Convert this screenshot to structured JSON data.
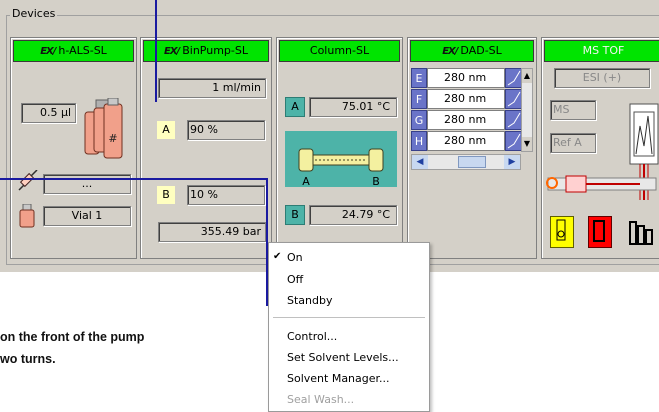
{
  "group": {
    "title": "Devices"
  },
  "als": {
    "title": "h-ALS-SL",
    "volume": "0.5 µl",
    "injector_status": "...",
    "vial": "Vial 1",
    "vial_glyph": "#"
  },
  "pump": {
    "title": "BinPump-SL",
    "flow": "1 ml/min",
    "a_label": "A",
    "a_percent": "90 %",
    "b_label": "B",
    "b_percent": "10 %",
    "pressure": "355.49 bar"
  },
  "column": {
    "title": "Column-SL",
    "a_label": "A",
    "a_temp": "75.01 °C",
    "b_label": "B",
    "b_temp": "24.79 °C",
    "diagram_a": "A",
    "diagram_b": "B"
  },
  "dad": {
    "title": "DAD-SL",
    "rows": [
      {
        "letter": "E",
        "value": "280 nm"
      },
      {
        "letter": "F",
        "value": "280 nm"
      },
      {
        "letter": "G",
        "value": "280 nm"
      },
      {
        "letter": "H",
        "value": "280 nm"
      }
    ]
  },
  "ms": {
    "title": "MS TOF",
    "source": "ESI (+)",
    "mode": "MS",
    "ref": "Ref A"
  },
  "menu": {
    "items": [
      {
        "label": "On",
        "checked": true,
        "enabled": true
      },
      {
        "label": "Off",
        "checked": false,
        "enabled": true
      },
      {
        "label": "Standby",
        "checked": false,
        "enabled": true
      },
      {
        "label": "Control...",
        "checked": false,
        "enabled": true
      },
      {
        "label": "Set Solvent Levels...",
        "checked": false,
        "enabled": true
      },
      {
        "label": "Solvent Manager...",
        "checked": false,
        "enabled": true
      },
      {
        "label": "Seal Wash...",
        "checked": false,
        "enabled": false
      }
    ],
    "check_glyph": "✔"
  },
  "caption": {
    "line1": "on the front of the pump",
    "line2": "wo turns."
  },
  "colors": {
    "status_green": "#00e400",
    "callout_line": "#1a1aa0",
    "dad_blue": "#6a74c8",
    "column_teal": "#4db3a8",
    "pump_label_yellow": "#ffffc0"
  }
}
